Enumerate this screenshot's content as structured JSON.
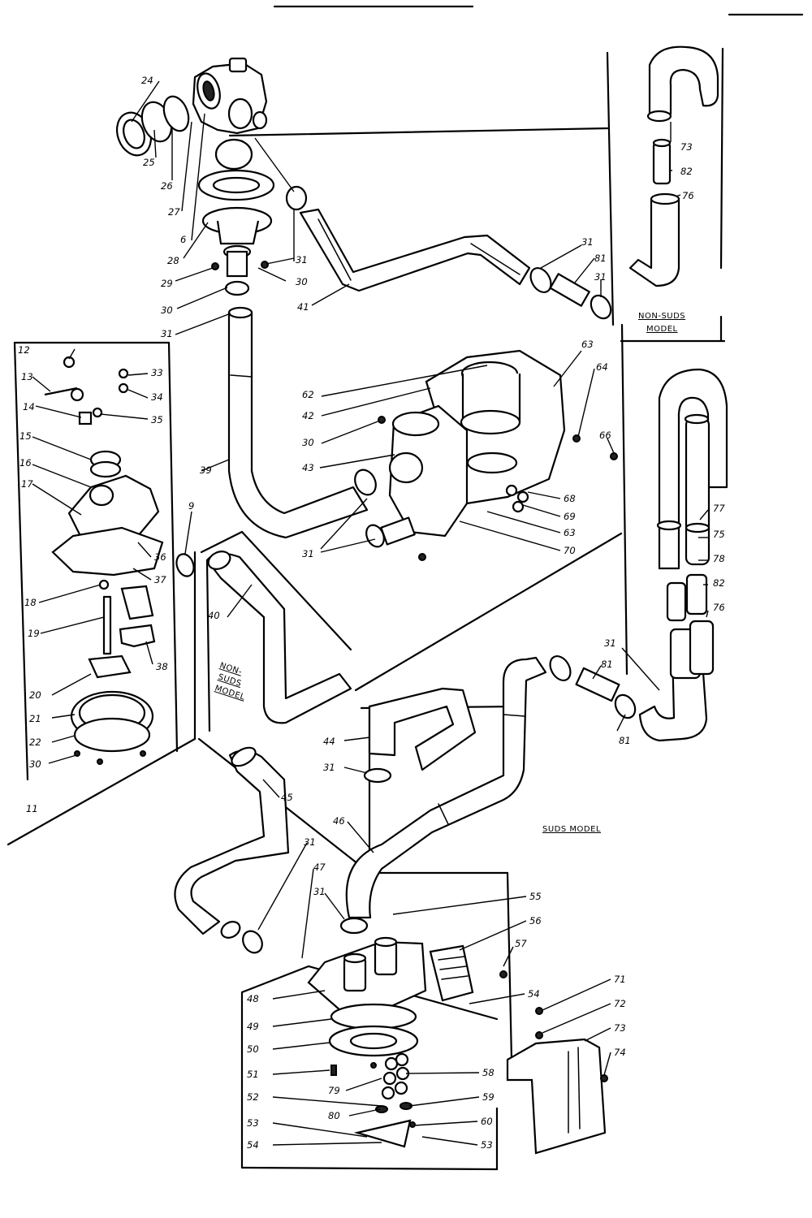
{
  "diagram": {
    "notes": {
      "non_suds_top": [
        "NON-SUDS",
        "MODEL"
      ],
      "non_suds_mid": [
        "NON-",
        "SUDS",
        "MODEL"
      ],
      "suds": "SUDS MODEL"
    },
    "labels": [
      {
        "id": "p24",
        "text": "24"
      },
      {
        "id": "p25",
        "text": "25"
      },
      {
        "id": "p26",
        "text": "26"
      },
      {
        "id": "p27",
        "text": "27"
      },
      {
        "id": "p6",
        "text": "6"
      },
      {
        "id": "p28",
        "text": "28"
      },
      {
        "id": "p29",
        "text": "29"
      },
      {
        "id": "p30a",
        "text": "30"
      },
      {
        "id": "p31a",
        "text": "31"
      },
      {
        "id": "p31b",
        "text": "31"
      },
      {
        "id": "p30b",
        "text": "30"
      },
      {
        "id": "p41",
        "text": "41"
      },
      {
        "id": "p31c",
        "text": "31"
      },
      {
        "id": "p81a",
        "text": "81"
      },
      {
        "id": "p31d",
        "text": "31"
      },
      {
        "id": "p73a",
        "text": "73"
      },
      {
        "id": "p82a",
        "text": "82"
      },
      {
        "id": "p76a",
        "text": "76"
      },
      {
        "id": "p12",
        "text": "12"
      },
      {
        "id": "p13",
        "text": "13"
      },
      {
        "id": "p14",
        "text": "14"
      },
      {
        "id": "p33",
        "text": "33"
      },
      {
        "id": "p34",
        "text": "34"
      },
      {
        "id": "p35",
        "text": "35"
      },
      {
        "id": "p15",
        "text": "15"
      },
      {
        "id": "p16",
        "text": "16"
      },
      {
        "id": "p17",
        "text": "17"
      },
      {
        "id": "p9",
        "text": "9"
      },
      {
        "id": "p36",
        "text": "36"
      },
      {
        "id": "p37",
        "text": "37"
      },
      {
        "id": "p18",
        "text": "18"
      },
      {
        "id": "p19",
        "text": "19"
      },
      {
        "id": "p38",
        "text": "38"
      },
      {
        "id": "p20",
        "text": "20"
      },
      {
        "id": "p21",
        "text": "21"
      },
      {
        "id": "p22",
        "text": "22"
      },
      {
        "id": "p30c",
        "text": "30"
      },
      {
        "id": "p11",
        "text": "11"
      },
      {
        "id": "p39",
        "text": "39"
      },
      {
        "id": "p40",
        "text": "40"
      },
      {
        "id": "p62",
        "text": "62"
      },
      {
        "id": "p42",
        "text": "42"
      },
      {
        "id": "p30d",
        "text": "30"
      },
      {
        "id": "p43",
        "text": "43"
      },
      {
        "id": "p63a",
        "text": "63"
      },
      {
        "id": "p64",
        "text": "64"
      },
      {
        "id": "p66",
        "text": "66"
      },
      {
        "id": "p68",
        "text": "68"
      },
      {
        "id": "p69",
        "text": "69"
      },
      {
        "id": "p63b",
        "text": "63"
      },
      {
        "id": "p70",
        "text": "70"
      },
      {
        "id": "p31e",
        "text": "31"
      },
      {
        "id": "p77",
        "text": "77"
      },
      {
        "id": "p75",
        "text": "75"
      },
      {
        "id": "p78",
        "text": "78"
      },
      {
        "id": "p82b",
        "text": "82"
      },
      {
        "id": "p76b",
        "text": "76"
      },
      {
        "id": "p31f",
        "text": "31"
      },
      {
        "id": "p81b",
        "text": "81"
      },
      {
        "id": "p81c",
        "text": "81"
      },
      {
        "id": "p44",
        "text": "44"
      },
      {
        "id": "p31g",
        "text": "31"
      },
      {
        "id": "p45",
        "text": "45"
      },
      {
        "id": "p46",
        "text": "46"
      },
      {
        "id": "p31h",
        "text": "31"
      },
      {
        "id": "p47",
        "text": "47"
      },
      {
        "id": "p31i",
        "text": "31"
      },
      {
        "id": "p55",
        "text": "55"
      },
      {
        "id": "p56",
        "text": "56"
      },
      {
        "id": "p57",
        "text": "57"
      },
      {
        "id": "p54a",
        "text": "54"
      },
      {
        "id": "p48",
        "text": "48"
      },
      {
        "id": "p49",
        "text": "49"
      },
      {
        "id": "p50",
        "text": "50"
      },
      {
        "id": "p51",
        "text": "51"
      },
      {
        "id": "p79",
        "text": "79"
      },
      {
        "id": "p58",
        "text": "58"
      },
      {
        "id": "p52",
        "text": "52"
      },
      {
        "id": "p80",
        "text": "80"
      },
      {
        "id": "p59",
        "text": "59"
      },
      {
        "id": "p53a",
        "text": "53"
      },
      {
        "id": "p60",
        "text": "60"
      },
      {
        "id": "p54b",
        "text": "54"
      },
      {
        "id": "p53b",
        "text": "53"
      },
      {
        "id": "p71",
        "text": "71"
      },
      {
        "id": "p72",
        "text": "72"
      },
      {
        "id": "p73b",
        "text": "73"
      },
      {
        "id": "p74",
        "text": "74"
      }
    ]
  }
}
